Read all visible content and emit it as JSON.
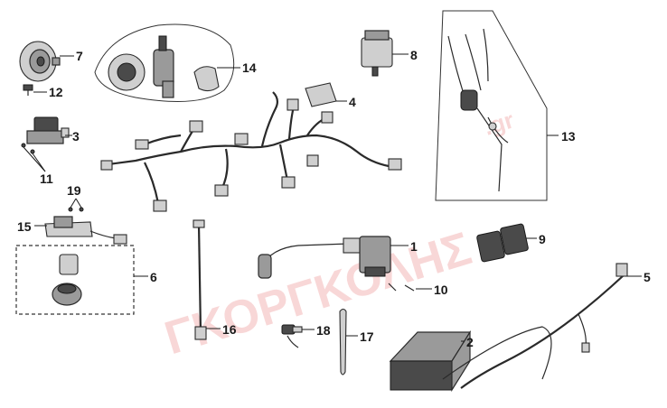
{
  "labels": {
    "p1": "1",
    "p2": "2",
    "p3": "3",
    "p4": "4",
    "p5": "5",
    "p6": "6",
    "p7": "7",
    "p8": "8",
    "p9": "9",
    "p10": "10",
    "p11": "11",
    "p12": "12",
    "p13": "13",
    "p14": "14",
    "p15": "15",
    "p16": "16",
    "p17": "17",
    "p18": "18",
    "p19": "19"
  },
  "watermark": {
    "text": "ΓΚΟΡΓΚΟΛΗΣ",
    "suffix": ".gr",
    "color": "#f3b8b8"
  }
}
